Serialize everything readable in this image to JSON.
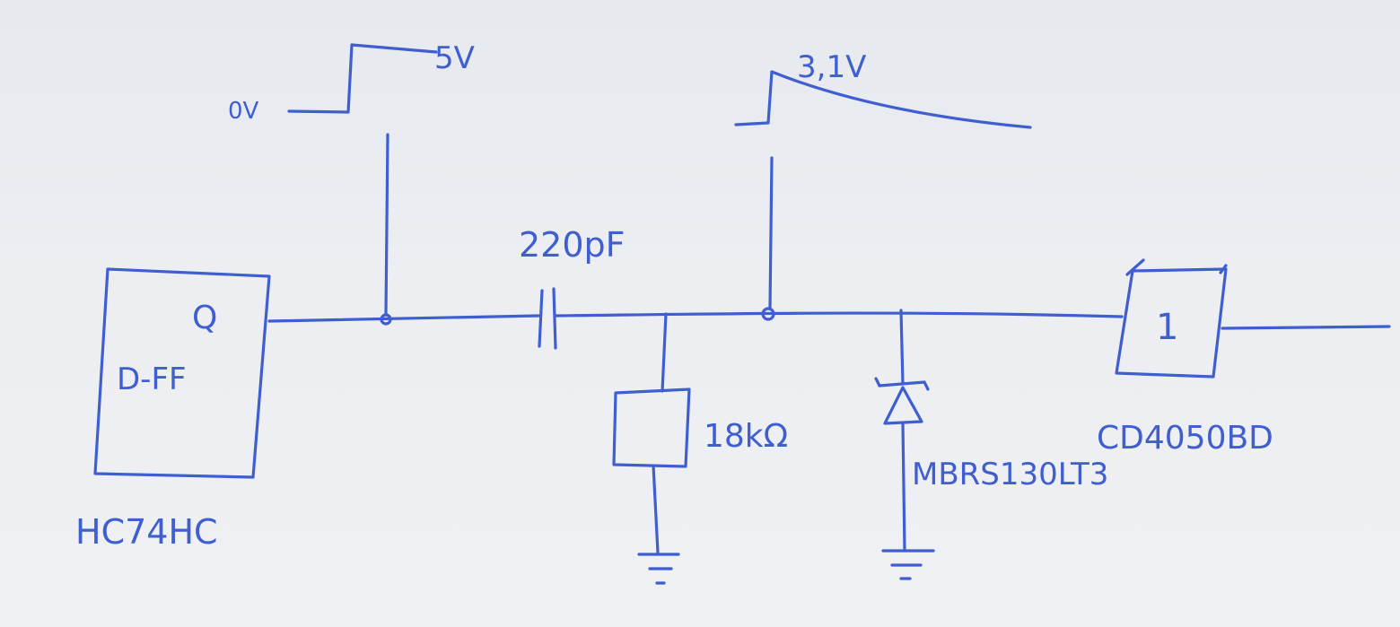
{
  "colors": {
    "ink": "#3f5ecf",
    "paper": "#eceef2"
  },
  "flipflop": {
    "pin": "Q",
    "type": "D-FF",
    "part": "HC74HC"
  },
  "signal_in": {
    "low": "0V",
    "high": "5V"
  },
  "capacitor": {
    "value": "220pF"
  },
  "resistor": {
    "value": "18kΩ"
  },
  "diode": {
    "part": "MBRS130LT3"
  },
  "signal_out": {
    "peak": "3,1V"
  },
  "buffer": {
    "symbol": "1",
    "part": "CD4050BD"
  }
}
